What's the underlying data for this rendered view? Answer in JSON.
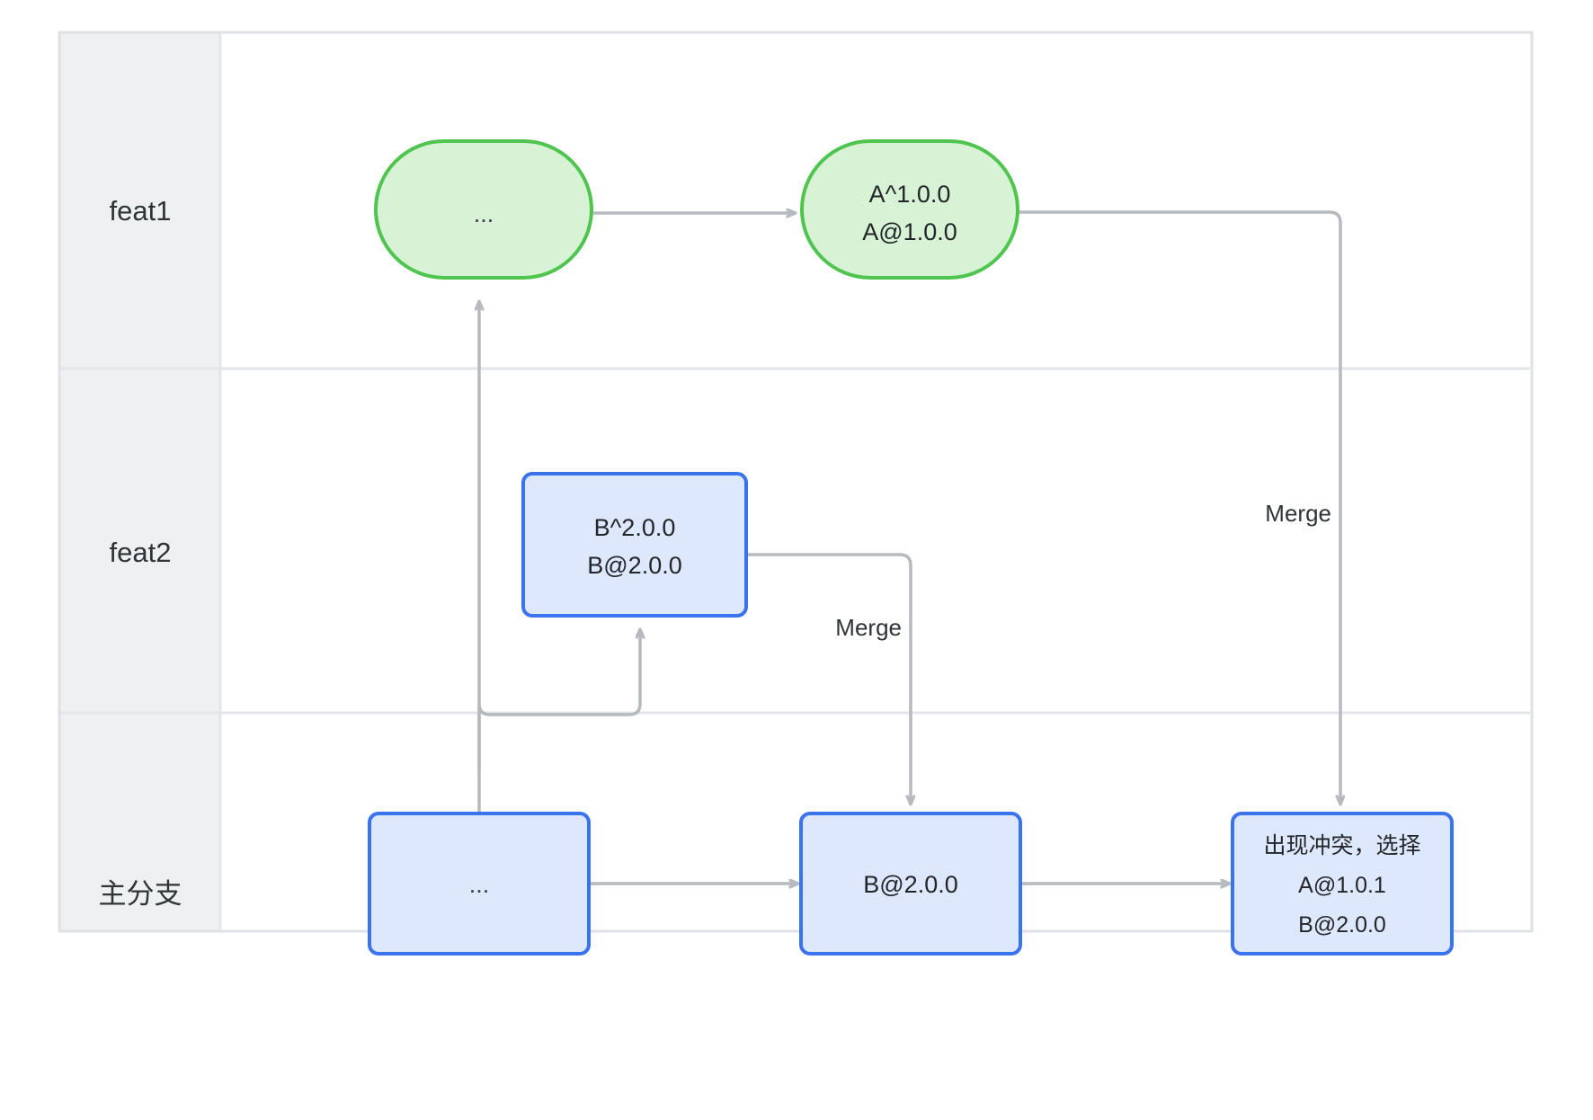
{
  "diagram": {
    "type": "swimlane-git-branch-diagram",
    "background": "#ffffff",
    "canvas_border_color": "#dfe1e5",
    "lane_header_bg": "#eef0f1",
    "lane_divider_color": "#e3e5e8",
    "edge_color": "#b6babf",
    "lanes": [
      {
        "id": "feat1",
        "label": "feat1"
      },
      {
        "id": "feat2",
        "label": "feat2"
      },
      {
        "id": "main",
        "label": "主分支"
      }
    ],
    "node_styles": {
      "green": {
        "fill": "#d7f2d4",
        "stroke": "#4fc44f"
      },
      "blue": {
        "fill": "#dee8fc",
        "stroke": "#3b73ef"
      }
    },
    "nodes": [
      {
        "id": "feat1-start",
        "lane": "feat1",
        "style": "green",
        "shape": "stadium",
        "lines": [
          "..."
        ]
      },
      {
        "id": "feat1-commit",
        "lane": "feat1",
        "style": "green",
        "shape": "stadium",
        "lines": [
          "A^1.0.0",
          "A@1.0.0"
        ]
      },
      {
        "id": "feat2-commit",
        "lane": "feat2",
        "style": "blue",
        "shape": "rounded-rect",
        "lines": [
          "B^2.0.0",
          "B@2.0.0"
        ]
      },
      {
        "id": "main-start",
        "lane": "main",
        "style": "blue",
        "shape": "rounded-rect",
        "lines": [
          "..."
        ]
      },
      {
        "id": "main-b200",
        "lane": "main",
        "style": "blue",
        "shape": "rounded-rect",
        "lines": [
          "B@2.0.0"
        ]
      },
      {
        "id": "main-conflict",
        "lane": "main",
        "style": "blue",
        "shape": "rounded-rect",
        "lines": [
          "出现冲突，选择",
          "A@1.0.1",
          "B@2.0.0"
        ]
      }
    ],
    "edges": [
      {
        "id": "e-feat1-start-to-commit",
        "from": "feat1-start",
        "to": "feat1-commit",
        "label": ""
      },
      {
        "id": "e-main-start-to-feat1-start",
        "from": "main-start",
        "to": "feat1-start",
        "label": ""
      },
      {
        "id": "e-main-start-to-feat2-commit",
        "from": "main-start",
        "to": "feat2-commit",
        "label": ""
      },
      {
        "id": "e-feat2-merge-to-main",
        "from": "feat2-commit",
        "to": "main-b200",
        "label": "Merge"
      },
      {
        "id": "e-feat1-merge-to-main",
        "from": "feat1-commit",
        "to": "main-conflict",
        "label": "Merge"
      },
      {
        "id": "e-main-start-to-b200",
        "from": "main-start",
        "to": "main-b200",
        "label": ""
      },
      {
        "id": "e-main-b200-to-conflict",
        "from": "main-b200",
        "to": "main-conflict",
        "label": ""
      }
    ],
    "edge_labels": {
      "merge_feat2": "Merge",
      "merge_feat1": "Merge"
    }
  }
}
